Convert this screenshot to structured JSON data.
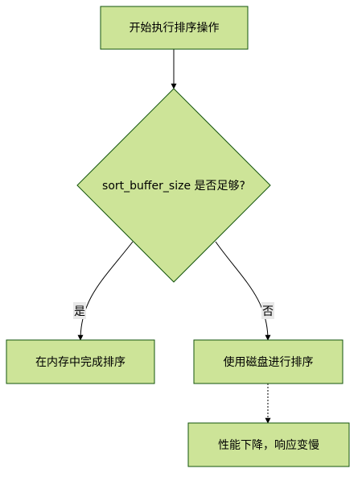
{
  "nodes": {
    "start": "开始执行排序操作",
    "decision": "sort_buffer_size 是否足够?",
    "in_memory": "在内存中完成排序",
    "on_disk": "使用磁盘进行排序",
    "slow": "性能下降，响应变慢"
  },
  "edges": {
    "yes_label": "是",
    "no_label": "否"
  },
  "colors": {
    "node_fill": "#cde498",
    "node_stroke": "#13540c",
    "edge_label_bg": "#e8e8e8"
  }
}
